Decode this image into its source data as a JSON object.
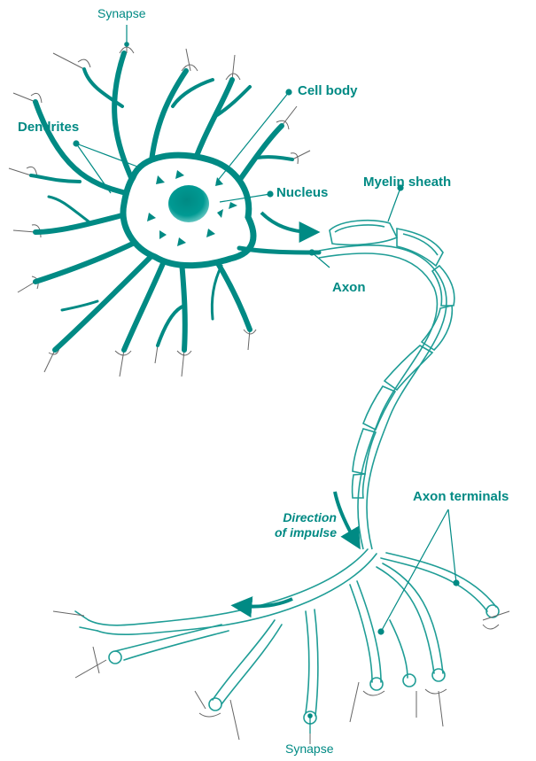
{
  "colors": {
    "accent": "#008a84",
    "outline": "#1f9d96",
    "thin": "#555555",
    "background": "#ffffff"
  },
  "labels": {
    "synapse_top": "Synapse",
    "cell_body": "Cell body",
    "dendrites": "Dendrites",
    "nucleus": "Nucleus",
    "myelin_sheath": "Myelin sheath",
    "axon": "Axon",
    "direction_line1": "Direction",
    "direction_line2": "of impulse",
    "axon_terminals": "Axon terminals",
    "synapse_bottom": "Synapse"
  }
}
